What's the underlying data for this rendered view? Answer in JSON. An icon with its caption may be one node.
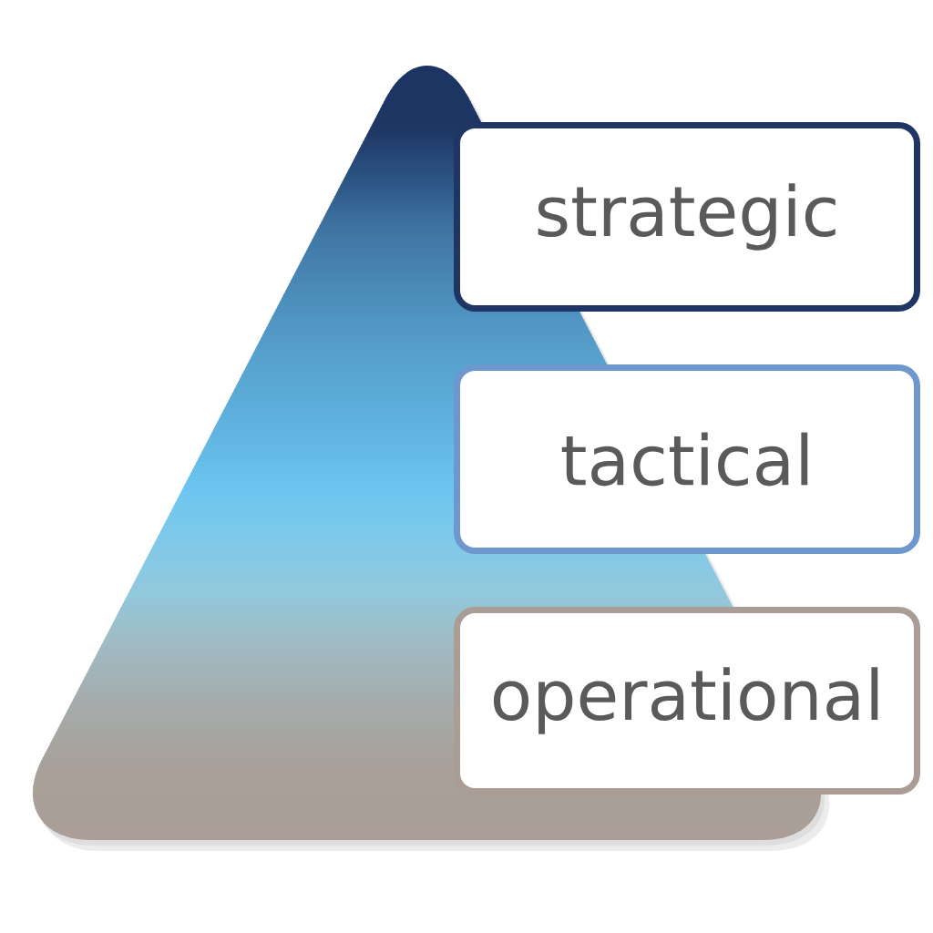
{
  "diagram": {
    "nodes": [
      {
        "text": [
          "strategic"
        ]
      },
      {
        "text": [
          "tactical"
        ]
      },
      {
        "text": [
          "operational"
        ]
      }
    ]
  }
}
